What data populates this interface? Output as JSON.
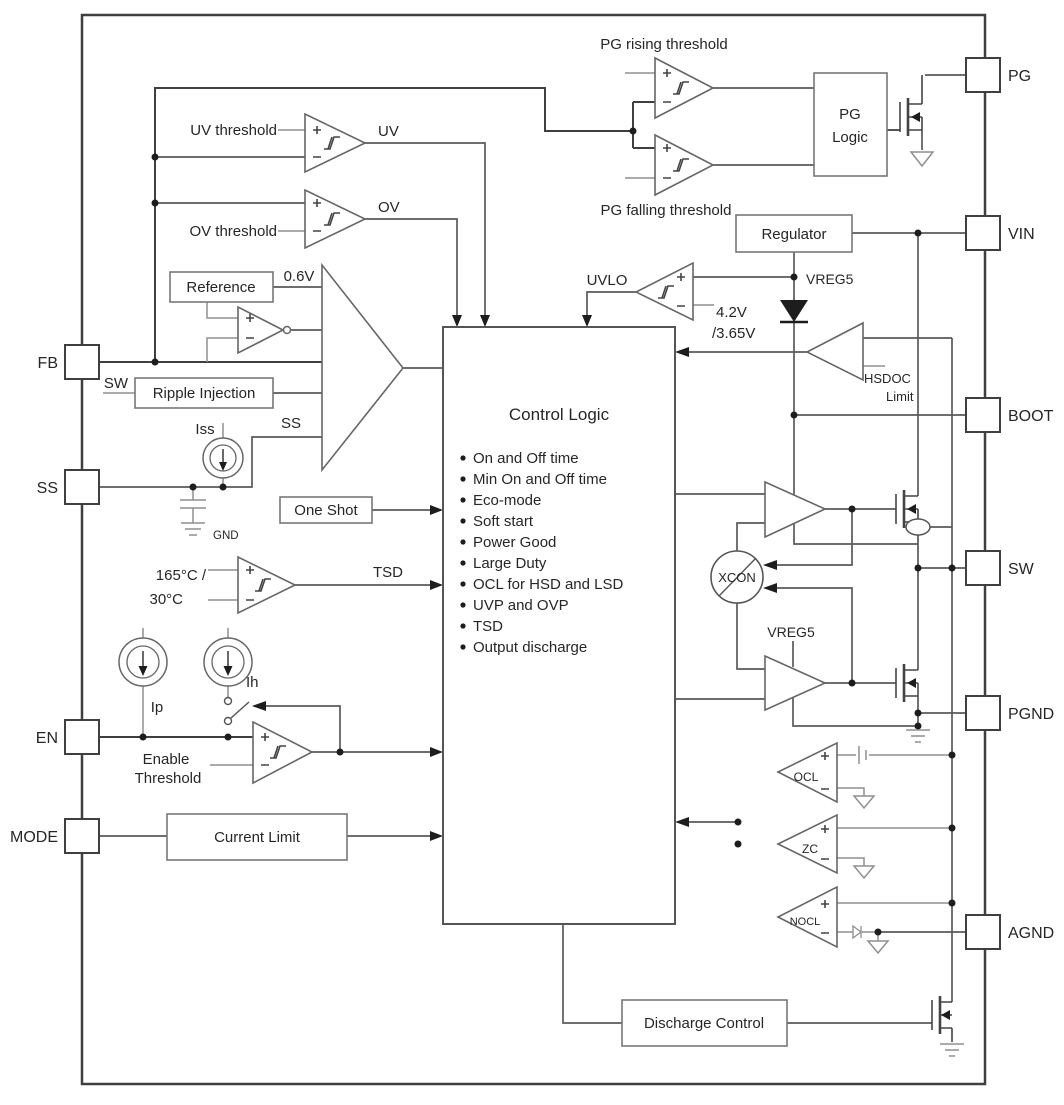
{
  "pins": {
    "left": [
      {
        "name": "FB"
      },
      {
        "name": "SS"
      },
      {
        "name": "EN"
      },
      {
        "name": "MODE"
      }
    ],
    "right": [
      {
        "name": "PG"
      },
      {
        "name": "VIN"
      },
      {
        "name": "BOOT"
      },
      {
        "name": "SW"
      },
      {
        "name": "PGND"
      },
      {
        "name": "AGND"
      }
    ]
  },
  "blocks": {
    "reference": "Reference",
    "ripple_injection": "Ripple Injection",
    "one_shot": "One Shot",
    "current_limit": "Current Limit",
    "regulator": "Regulator",
    "pg_logic_line1": "PG",
    "pg_logic_line2": "Logic",
    "discharge_control": "Discharge Control"
  },
  "control_logic": {
    "title": "Control Logic",
    "items": [
      "On and Off time",
      "Min On and Off time",
      "Eco-mode",
      "Soft start",
      "Power Good",
      "Large Duty",
      "OCL for HSD and LSD",
      "UVP and OVP",
      "TSD",
      "Output discharge"
    ]
  },
  "comparators": {
    "uv_threshold": "UV threshold",
    "ov_threshold": "OV threshold",
    "pg_rising_threshold": "PG rising threshold",
    "pg_falling_threshold": "PG falling threshold",
    "uvlo": "UVLO",
    "uvlo_level_1": "4.2V",
    "uvlo_level_2": "/3.65V",
    "tsd_temp_1": "165°C /",
    "tsd_temp_2": "30°C",
    "enable_line1": "Enable",
    "enable_line2": "Threshold",
    "hsdoc_line1": "HSDOC",
    "hsdoc_line2": "Limit",
    "ocl": "OCL",
    "zc": "ZC",
    "nocl": "NOCL"
  },
  "signals": {
    "uv": "UV",
    "ov": "OV",
    "vref": "0.6V",
    "sw_in": "SW",
    "ss_net": "SS",
    "iss": "Iss",
    "gnd": "GND",
    "tsd": "TSD",
    "ip": "Ip",
    "ih": "Ih",
    "vreg5_top": "VREG5",
    "vreg5_lsd": "VREG5",
    "xcon": "XCON"
  }
}
